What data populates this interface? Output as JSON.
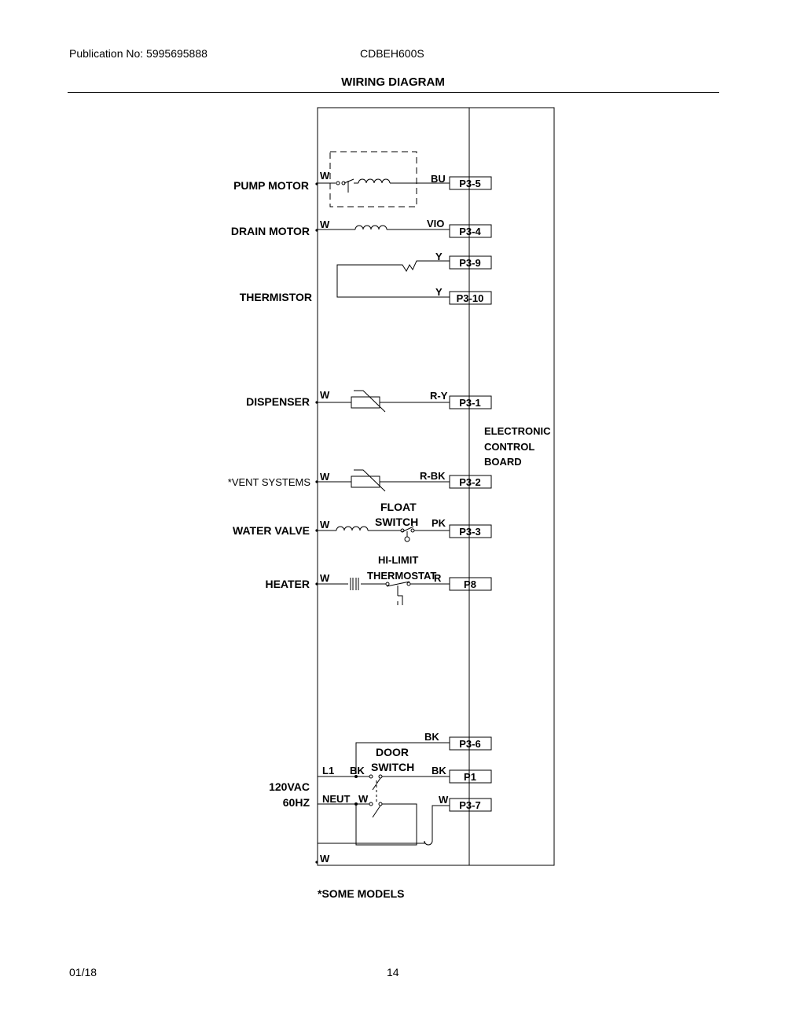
{
  "header": {
    "publication": "Publication No: 5995695888",
    "model": "CDBEH600S",
    "title": "WIRING DIAGRAM"
  },
  "footer": {
    "date": "01/18",
    "page": "14"
  },
  "diagram": {
    "components": {
      "pump_motor": "PUMP MOTOR",
      "drain_motor": "DRAIN MOTOR",
      "thermistor": "THERMISTOR",
      "dispenser": "DISPENSER",
      "vent_systems": "*VENT SYSTEMS",
      "water_valve": "WATER VALVE",
      "heater": "HEATER",
      "power_1": "120VAC",
      "power_2": "60HZ",
      "float_switch_1": "FLOAT",
      "float_switch_2": "SWITCH",
      "hi_limit_1": "HI-LIMIT",
      "hi_limit_2": "THERMOSTAT",
      "door_switch_1": "DOOR",
      "door_switch_2": "SWITCH",
      "ecb_1": "ELECTRONIC",
      "ecb_2": "CONTROL",
      "ecb_3": "BOARD",
      "note": "*SOME MODELS"
    },
    "wires": {
      "w": "W",
      "bu": "BU",
      "vio": "VIO",
      "y": "Y",
      "r_y": "R-Y",
      "r_bk": "R-BK",
      "pk": "PK",
      "r": "R",
      "bk": "BK",
      "l1": "L1",
      "neut": "NEUT"
    },
    "pins": {
      "p3_5": "P3-5",
      "p3_4": "P3-4",
      "p3_9": "P3-9",
      "p3_10": "P3-10",
      "p3_1": "P3-1",
      "p3_2": "P3-2",
      "p3_3": "P3-3",
      "p8": "P8",
      "p3_6": "P3-6",
      "p1": "P1",
      "p3_7": "P3-7"
    }
  }
}
